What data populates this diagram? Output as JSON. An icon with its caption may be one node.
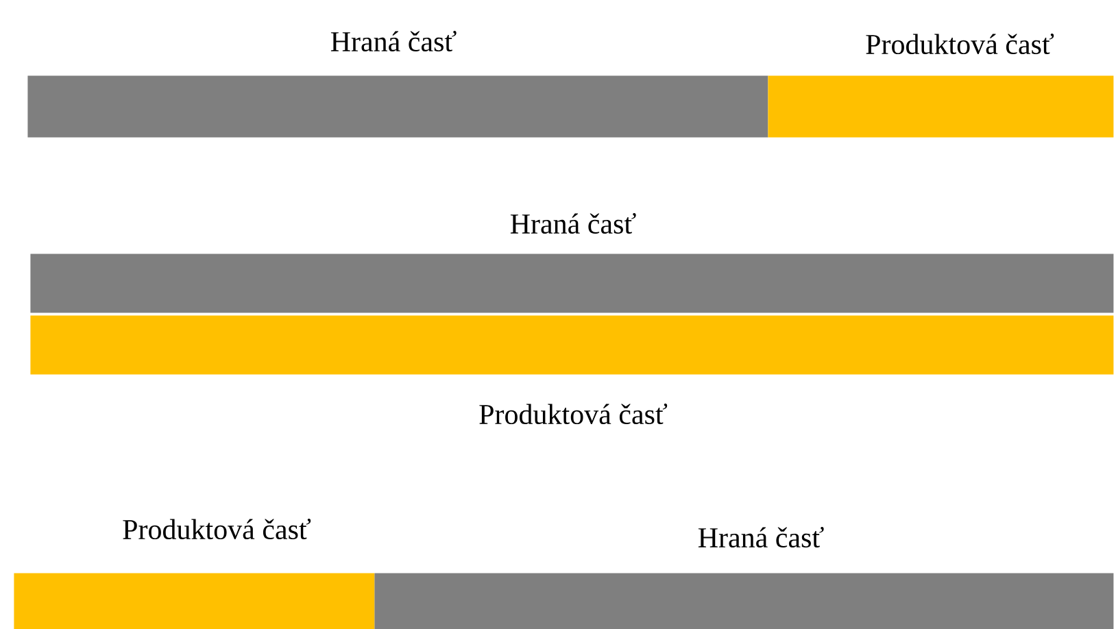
{
  "diagram": {
    "nodes": [
      {
        "text": [
          "Hraná časť"
        ]
      },
      {
        "text": [
          "Produktová časť"
        ]
      },
      {
        "text": [
          "Hraná časť"
        ]
      },
      {
        "text": [
          "Produktová časť"
        ]
      },
      {
        "text": [
          "Produktová časť"
        ]
      },
      {
        "text": [
          "Hraná časť"
        ]
      }
    ]
  }
}
